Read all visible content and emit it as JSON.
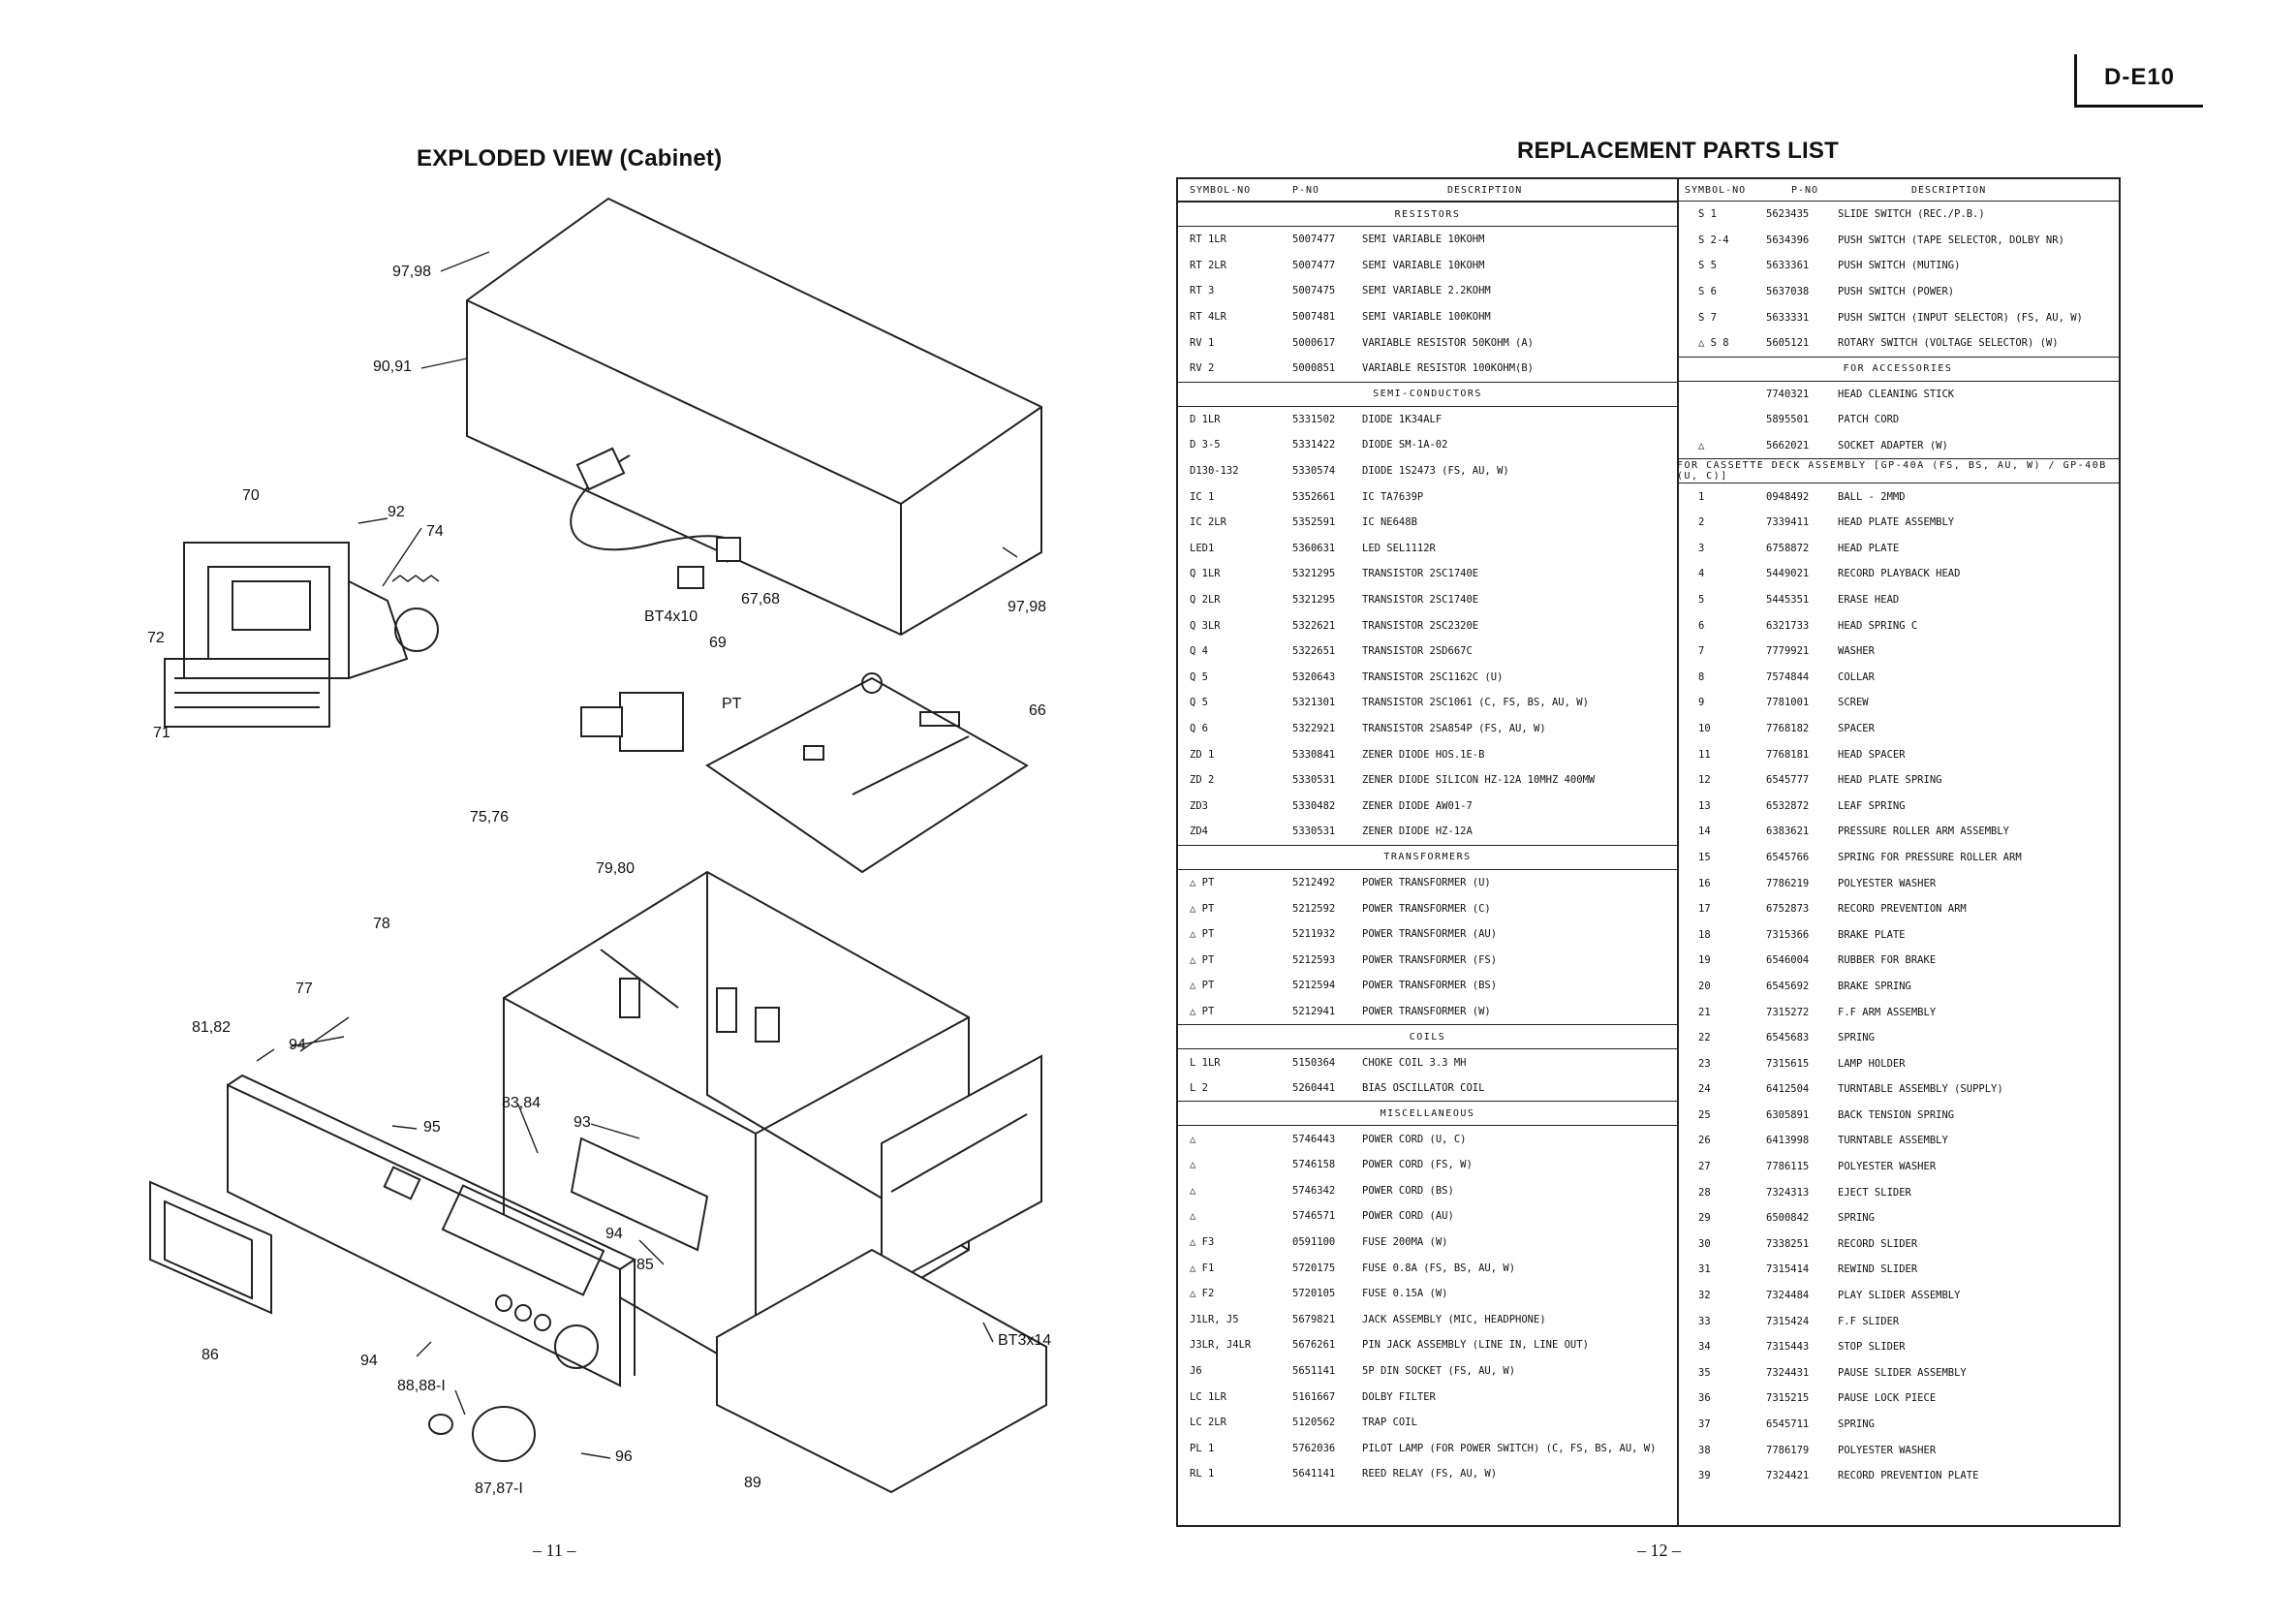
{
  "left_page": {
    "title": "EXPLODED VIEW (Cabinet)",
    "page_number": "– 11 –",
    "callouts": [
      "97,98",
      "90,91",
      "70",
      "92",
      "74",
      "72",
      "71",
      "67,68",
      "BT4x10",
      "69",
      "PT",
      "97,98",
      "66",
      "75,76",
      "79,80",
      "78",
      "77",
      "81,82",
      "94",
      "95",
      "83,84",
      "93",
      "94",
      "85",
      "86",
      "94",
      "88,88-I",
      "87,87-I",
      "96",
      "89",
      "BT3x14"
    ]
  },
  "right_page": {
    "model": "D-E10",
    "title": "REPLACEMENT PARTS LIST",
    "page_number": "– 12 –",
    "headers": {
      "symbol": "SYMBOL-NO",
      "pno": "P-NO",
      "desc": "DESCRIPTION"
    },
    "left_column": [
      {
        "section": "RESISTORS"
      },
      {
        "s": "RT 1LR",
        "p": "5007477",
        "d": "SEMI VARIABLE 10KOHM"
      },
      {
        "s": "RT 2LR",
        "p": "5007477",
        "d": "SEMI VARIABLE 10KOHM"
      },
      {
        "s": "RT 3",
        "p": "5007475",
        "d": "SEMI VARIABLE 2.2KOHM"
      },
      {
        "s": "RT 4LR",
        "p": "5007481",
        "d": "SEMI VARIABLE 100KOHM"
      },
      {
        "s": "RV 1",
        "p": "5000617",
        "d": "VARIABLE RESISTOR 50KOHM (A)"
      },
      {
        "s": "RV 2",
        "p": "5000851",
        "d": "VARIABLE RESISTOR 100KOHM(B)"
      },
      {
        "section": "SEMI-CONDUCTORS"
      },
      {
        "s": "D 1LR",
        "p": "5331502",
        "d": "DIODE 1K34ALF"
      },
      {
        "s": "D 3-5",
        "p": "5331422",
        "d": "DIODE SM-1A-02"
      },
      {
        "s": "D130-132",
        "p": "5330574",
        "d": "DIODE 1S2473 (FS, AU, W)"
      },
      {
        "s": "IC 1",
        "p": "5352661",
        "d": "IC TA7639P"
      },
      {
        "s": "IC 2LR",
        "p": "5352591",
        "d": "IC NE648B"
      },
      {
        "s": "LED1",
        "p": "5360631",
        "d": "LED SEL1112R"
      },
      {
        "s": "Q 1LR",
        "p": "5321295",
        "d": "TRANSISTOR 2SC1740E"
      },
      {
        "s": "Q 2LR",
        "p": "5321295",
        "d": "TRANSISTOR 2SC1740E"
      },
      {
        "s": "Q 3LR",
        "p": "5322621",
        "d": "TRANSISTOR 2SC2320E"
      },
      {
        "s": "Q 4",
        "p": "5322651",
        "d": "TRANSISTOR 2SD667C"
      },
      {
        "s": "Q 5",
        "p": "5320643",
        "d": "TRANSISTOR 2SC1162C (U)"
      },
      {
        "s": "Q 5",
        "p": "5321301",
        "d": "TRANSISTOR 2SC1061 (C, FS, BS, AU, W)"
      },
      {
        "s": "Q 6",
        "p": "5322921",
        "d": "TRANSISTOR 2SA854P (FS, AU, W)"
      },
      {
        "s": "ZD 1",
        "p": "5330841",
        "d": "ZENER DIODE HOS.1E-B"
      },
      {
        "s": "ZD 2",
        "p": "5330531",
        "d": "ZENER DIODE SILICON HZ-12A 10MHZ 400MW"
      },
      {
        "s": "ZD3",
        "p": "5330482",
        "d": "ZENER DIODE AW01-7"
      },
      {
        "s": "ZD4",
        "p": "5330531",
        "d": "ZENER DIODE HZ-12A"
      },
      {
        "section": "TRANSFORMERS"
      },
      {
        "s": "△ PT",
        "p": "5212492",
        "d": "POWER TRANSFORMER (U)"
      },
      {
        "s": "△ PT",
        "p": "5212592",
        "d": "POWER TRANSFORMER (C)"
      },
      {
        "s": "△ PT",
        "p": "5211932",
        "d": "POWER TRANSFORMER (AU)"
      },
      {
        "s": "△ PT",
        "p": "5212593",
        "d": "POWER TRANSFORMER (FS)"
      },
      {
        "s": "△ PT",
        "p": "5212594",
        "d": "POWER TRANSFORMER (BS)"
      },
      {
        "s": "△ PT",
        "p": "5212941",
        "d": "POWER TRANSFORMER (W)"
      },
      {
        "section": "COILS"
      },
      {
        "s": "L 1LR",
        "p": "5150364",
        "d": "CHOKE COIL 3.3 MH"
      },
      {
        "s": "L 2",
        "p": "5260441",
        "d": "BIAS OSCILLATOR COIL"
      },
      {
        "section": "MISCELLANEOUS"
      },
      {
        "s": "△",
        "p": "5746443",
        "d": "POWER CORD (U, C)"
      },
      {
        "s": "△",
        "p": "5746158",
        "d": "POWER CORD (FS, W)"
      },
      {
        "s": "△",
        "p": "5746342",
        "d": "POWER CORD (BS)"
      },
      {
        "s": "△",
        "p": "5746571",
        "d": "POWER CORD (AU)"
      },
      {
        "s": "△ F3",
        "p": "0591100",
        "d": "FUSE 200MA (W)"
      },
      {
        "s": "△ F1",
        "p": "5720175",
        "d": "FUSE 0.8A (FS, BS, AU, W)"
      },
      {
        "s": "△ F2",
        "p": "5720105",
        "d": "FUSE 0.15A (W)"
      },
      {
        "s": "J1LR, J5",
        "p": "5679821",
        "d": "JACK ASSEMBLY (MIC, HEADPHONE)"
      },
      {
        "s": "J3LR, J4LR",
        "p": "5676261",
        "d": "PIN JACK ASSEMBLY (LINE IN, LINE OUT)"
      },
      {
        "s": "J6",
        "p": "5651141",
        "d": "5P DIN SOCKET (FS, AU, W)"
      },
      {
        "s": "LC 1LR",
        "p": "5161667",
        "d": "DOLBY FILTER"
      },
      {
        "s": "LC 2LR",
        "p": "5120562",
        "d": "TRAP COIL"
      },
      {
        "s": "PL 1",
        "p": "5762036",
        "d": "PILOT LAMP (FOR POWER SWITCH) (C, FS, BS, AU, W)"
      },
      {
        "s": "RL 1",
        "p": "5641141",
        "d": "REED RELAY (FS, AU, W)"
      }
    ],
    "right_column": [
      {
        "s": "S 1",
        "p": "5623435",
        "d": "SLIDE SWITCH (REC./P.B.)"
      },
      {
        "s": "S 2-4",
        "p": "5634396",
        "d": "PUSH SWITCH (TAPE SELECTOR, DOLBY NR)"
      },
      {
        "s": "S 5",
        "p": "5633361",
        "d": "PUSH SWITCH (MUTING)"
      },
      {
        "s": "S 6",
        "p": "5637038",
        "d": "PUSH SWITCH (POWER)"
      },
      {
        "s": "S 7",
        "p": "5633331",
        "d": "PUSH SWITCH (INPUT SELECTOR) (FS, AU, W)"
      },
      {
        "s": "△ S 8",
        "p": "5605121",
        "d": "ROTARY SWITCH (VOLTAGE SELECTOR) (W)"
      },
      {
        "section": "FOR ACCESSORIES"
      },
      {
        "s": "",
        "p": "7740321",
        "d": "HEAD CLEANING STICK"
      },
      {
        "s": "",
        "p": "5895501",
        "d": "PATCH CORD"
      },
      {
        "s": "△",
        "p": "5662021",
        "d": "SOCKET ADAPTER (W)"
      },
      {
        "section": "FOR CASSETTE DECK ASSEMBLY [GP-40A (FS, BS, AU, W) / GP-40B (U, C)]"
      },
      {
        "s": "1",
        "p": "0948492",
        "d": "BALL - 2MMD"
      },
      {
        "s": "2",
        "p": "7339411",
        "d": "HEAD PLATE ASSEMBLY"
      },
      {
        "s": "3",
        "p": "6758872",
        "d": "HEAD PLATE"
      },
      {
        "s": "4",
        "p": "5449021",
        "d": "RECORD PLAYBACK HEAD"
      },
      {
        "s": "5",
        "p": "5445351",
        "d": "ERASE HEAD"
      },
      {
        "s": "6",
        "p": "6321733",
        "d": "HEAD SPRING C"
      },
      {
        "s": "7",
        "p": "7779921",
        "d": "WASHER"
      },
      {
        "s": "8",
        "p": "7574844",
        "d": "COLLAR"
      },
      {
        "s": "9",
        "p": "7781001",
        "d": "SCREW"
      },
      {
        "s": "10",
        "p": "7768182",
        "d": "SPACER"
      },
      {
        "s": "11",
        "p": "7768181",
        "d": "HEAD SPACER"
      },
      {
        "s": "12",
        "p": "6545777",
        "d": "HEAD PLATE SPRING"
      },
      {
        "s": "13",
        "p": "6532872",
        "d": "LEAF SPRING"
      },
      {
        "s": "14",
        "p": "6383621",
        "d": "PRESSURE ROLLER ARM ASSEMBLY"
      },
      {
        "s": "15",
        "p": "6545766",
        "d": "SPRING FOR PRESSURE ROLLER ARM"
      },
      {
        "s": "16",
        "p": "7786219",
        "d": "POLYESTER WASHER"
      },
      {
        "s": "17",
        "p": "6752873",
        "d": "RECORD PREVENTION ARM"
      },
      {
        "s": "18",
        "p": "7315366",
        "d": "BRAKE PLATE"
      },
      {
        "s": "19",
        "p": "6546004",
        "d": "RUBBER FOR BRAKE"
      },
      {
        "s": "20",
        "p": "6545692",
        "d": "BRAKE SPRING"
      },
      {
        "s": "21",
        "p": "7315272",
        "d": "F.F ARM ASSEMBLY"
      },
      {
        "s": "22",
        "p": "6545683",
        "d": "SPRING"
      },
      {
        "s": "23",
        "p": "7315615",
        "d": "LAMP HOLDER"
      },
      {
        "s": "24",
        "p": "6412504",
        "d": "TURNTABLE ASSEMBLY (SUPPLY)"
      },
      {
        "s": "25",
        "p": "6305891",
        "d": "BACK TENSION SPRING"
      },
      {
        "s": "26",
        "p": "6413998",
        "d": "TURNTABLE ASSEMBLY"
      },
      {
        "s": "27",
        "p": "7786115",
        "d": "POLYESTER WASHER"
      },
      {
        "s": "28",
        "p": "7324313",
        "d": "EJECT SLIDER"
      },
      {
        "s": "29",
        "p": "6500842",
        "d": "SPRING"
      },
      {
        "s": "30",
        "p": "7338251",
        "d": "RECORD SLIDER"
      },
      {
        "s": "31",
        "p": "7315414",
        "d": "REWIND SLIDER"
      },
      {
        "s": "32",
        "p": "7324484",
        "d": "PLAY SLIDER ASSEMBLY"
      },
      {
        "s": "33",
        "p": "7315424",
        "d": "F.F SLIDER"
      },
      {
        "s": "34",
        "p": "7315443",
        "d": "STOP SLIDER"
      },
      {
        "s": "35",
        "p": "7324431",
        "d": "PAUSE SLIDER ASSEMBLY"
      },
      {
        "s": "36",
        "p": "7315215",
        "d": "PAUSE LOCK PIECE"
      },
      {
        "s": "37",
        "p": "6545711",
        "d": "SPRING"
      },
      {
        "s": "38",
        "p": "7786179",
        "d": "POLYESTER WASHER"
      },
      {
        "s": "39",
        "p": "7324421",
        "d": "RECORD PREVENTION PLATE"
      }
    ]
  }
}
